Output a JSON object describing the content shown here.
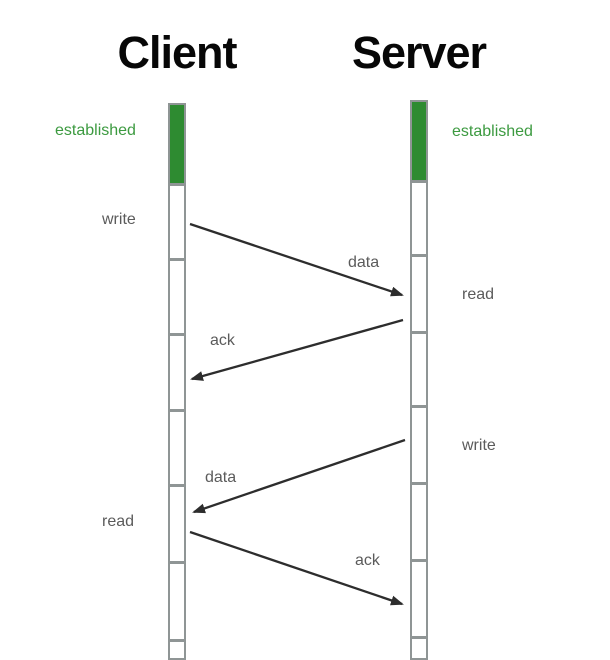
{
  "diagram_type": "client-server sequence diagram",
  "participants": [
    {
      "name": "Client",
      "state": "established"
    },
    {
      "name": "Server",
      "state": "established"
    }
  ],
  "events": [
    {
      "actor": "Client",
      "label": "write"
    },
    {
      "actor": "Server",
      "label": "read"
    },
    {
      "actor": "Server",
      "label": "write"
    },
    {
      "actor": "Client",
      "label": "read"
    }
  ],
  "messages": [
    {
      "from": "Client",
      "to": "Server",
      "label": "data"
    },
    {
      "from": "Server",
      "to": "Client",
      "label": "ack"
    },
    {
      "from": "Server",
      "to": "Client",
      "label": "data"
    },
    {
      "from": "Client",
      "to": "Server",
      "label": "ack"
    }
  ],
  "colors": {
    "established_fill": "#2e8b31",
    "established_text": "#3c9a40",
    "lifeline_border": "#8f9595",
    "arrow": "#2d2d2d",
    "event_text": "#5b5b5b",
    "title_text": "#070707",
    "background": "#ffffff"
  }
}
